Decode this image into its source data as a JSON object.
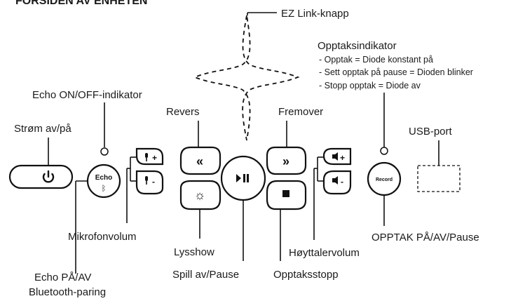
{
  "header": {
    "title": "FORSIDEN AV ENHETEN"
  },
  "labels": {
    "ez_link": "EZ Link-knapp",
    "recording_indicator": "Opptaksindikator",
    "rec_on": "- Opptak = Diode konstant på",
    "rec_pause": "- Sett opptak på pause = Dioden blinker",
    "rec_stop": "- Stopp opptak = Diode av",
    "echo_indicator": "Echo ON/OFF-indikator",
    "power": "Strøm av/på",
    "reverse": "Revers",
    "forward": "Fremover",
    "usb": "USB-port",
    "mic_volume": "Mikrofonvolum",
    "light_show": "Lysshow",
    "speaker_volume": "Høyttalervolum",
    "record_button": "OPPTAK PÅ/AV/Pause",
    "echo_button_line1": "Echo PÅ/AV",
    "echo_button_line2": "Bluetooth-paring",
    "play_pause": "Spill av/Pause",
    "record_stop": "Opptaksstopp"
  },
  "buttons": {
    "echo_text": "Echo",
    "record_text": "Record",
    "mic_plus": "+",
    "mic_minus": "-",
    "vol_plus": "+",
    "vol_minus": "-"
  }
}
